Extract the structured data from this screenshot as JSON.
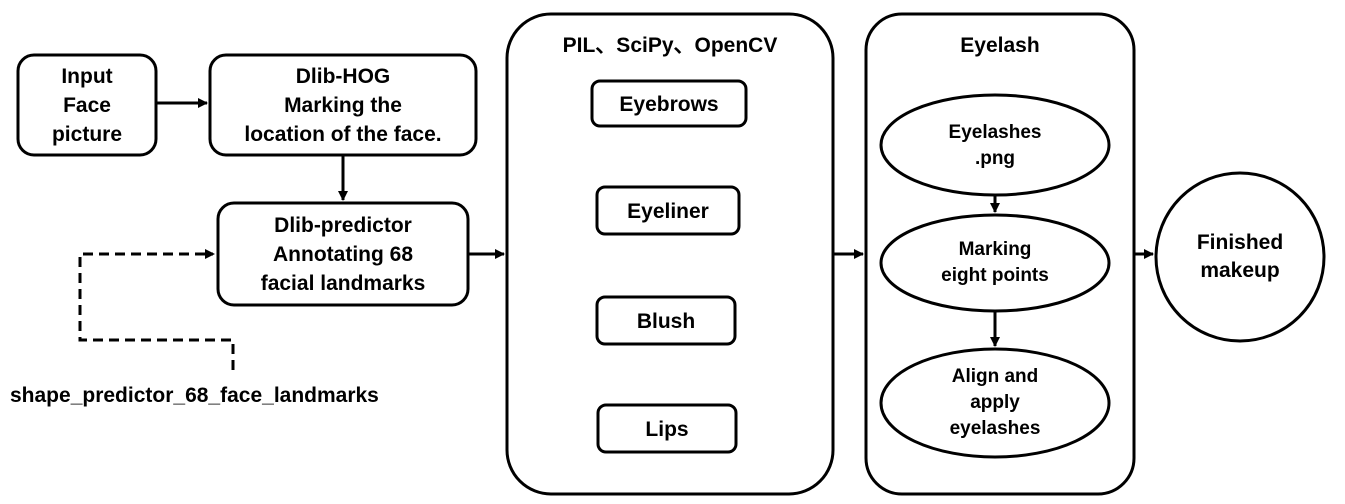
{
  "nodes": {
    "input": {
      "lines": [
        "Input",
        "Face",
        "picture"
      ]
    },
    "dlib_hog": {
      "lines": [
        "Dlib-HOG",
        "Marking the",
        "location of the face."
      ]
    },
    "dlib_predictor": {
      "lines": [
        "Dlib-predictor",
        "Annotating 68",
        "facial landmarks"
      ]
    },
    "model_file": {
      "label": "shape_predictor_68_face_landmarks"
    },
    "pil_group": {
      "title": "PIL、SciPy、OpenCV",
      "items": [
        "Eyebrows",
        "Eyeliner",
        "Blush",
        "Lips"
      ]
    },
    "eyelash_group": {
      "title": "Eyelash",
      "steps": [
        {
          "lines": [
            "Eyelashes",
            ".png"
          ]
        },
        {
          "lines": [
            "Marking",
            "eight points"
          ]
        },
        {
          "lines": [
            "Align and",
            "apply",
            "eyelashes"
          ]
        }
      ]
    },
    "finished": {
      "lines": [
        "Finished",
        "makeup"
      ]
    }
  }
}
